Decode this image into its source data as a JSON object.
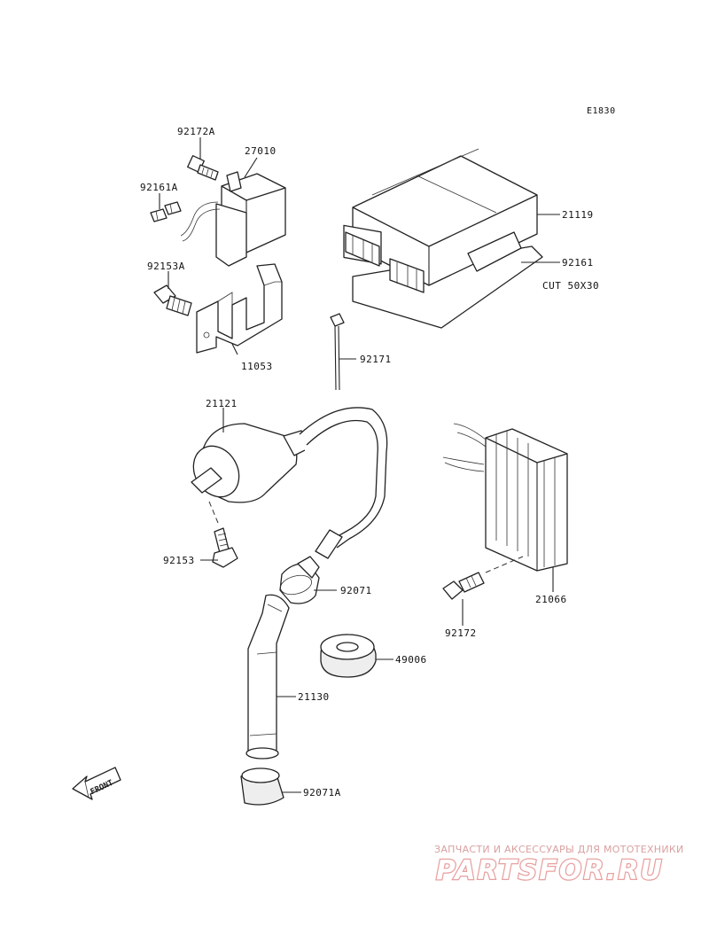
{
  "diagram_code": "E1830",
  "labels": {
    "p92172A": "92172A",
    "p27010": "27010",
    "p92161A": "92161A",
    "p92153A": "92153A",
    "p11053": "11053",
    "p21119": "21119",
    "p92161": "92161",
    "cut": "CUT 50X30",
    "p92171": "92171",
    "p21121": "21121",
    "p92153": "92153",
    "p92071": "92071",
    "p49006": "49006",
    "p21130": "21130",
    "p92071A": "92071A",
    "p21066": "21066",
    "p92172": "92172"
  },
  "front_arrow": "FRONT",
  "watermark": {
    "tagline": "ЗАПЧАСТИ И АКСЕССУАРЫ ДЛЯ МОТОТЕХНИКИ",
    "logo": "PARTSFOR.RU",
    "color": "#e8a0a0"
  }
}
